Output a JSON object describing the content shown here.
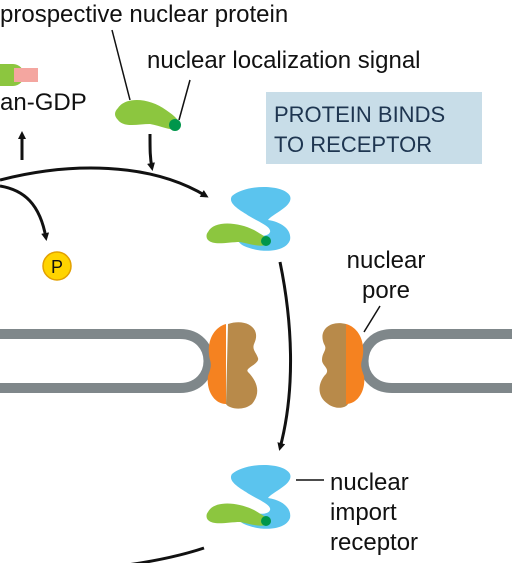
{
  "labels": {
    "prospective_nuclear_protein": "prospective nuclear protein",
    "nuclear_localization_signal": "nuclear localization signal",
    "ran_gdp": "an-GDP",
    "phosphate": "P",
    "nuclear_pore_line1": "nuclear",
    "nuclear_pore_line2": "pore",
    "nuclear_import_receptor_line1": "nuclear",
    "nuclear_import_receptor_line2": "import",
    "nuclear_import_receptor_line3": "receptor"
  },
  "banner": {
    "line1": "PROTEIN BINDS",
    "line2": "TO RECEPTOR"
  },
  "colors": {
    "receptor": "#5bc4ee",
    "protein": "#8cc63f",
    "nls": "#00964b",
    "envelope": "#7f878a",
    "pore_orange": "#f58220",
    "pore_brown": "#b88a4a",
    "ran_text": "#e2231a",
    "ran_gdp_pink": "#f4a6a0",
    "phosphate_fill": "#ffd400",
    "banner_bg": "#c8dde8"
  }
}
